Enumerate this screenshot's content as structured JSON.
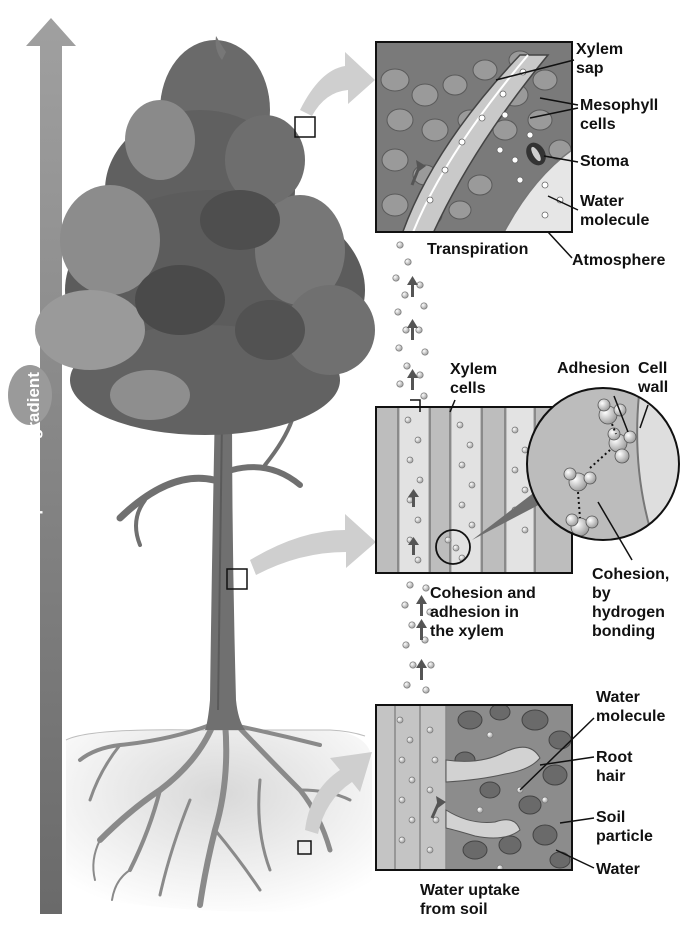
{
  "gradient_label": "Water potential gradient",
  "leaf_panel": {
    "labels": {
      "xylem_sap": "Xylem\nsap",
      "mesophyll": "Mesophyll\ncells",
      "stoma": "Stoma",
      "water_molecule": "Water\nmolecule",
      "atmosphere": "Atmosphere"
    },
    "caption": "Transpiration"
  },
  "stem_panel": {
    "labels": {
      "xylem_cells": "Xylem\ncells",
      "adhesion": "Adhesion",
      "cell_wall": "Cell\nwall",
      "cohesion_bonding": "Cohesion,\nby\nhydrogen\nbonding"
    },
    "caption": "Cohesion and\nadhesion in\nthe xylem"
  },
  "root_panel": {
    "labels": {
      "water_molecule": "Water\nmolecule",
      "root_hair": "Root\nhair",
      "soil_particle": "Soil\nparticle",
      "water": "Water"
    },
    "caption": "Water uptake\nfrom soil"
  },
  "colors": {
    "gradient_arrow": "#8a8a8a",
    "foliage_dark": "#5a5a5a",
    "foliage_light": "#9a9a9a",
    "trunk": "#6e6e6e",
    "panel_bg": "#b9b9b9",
    "callout_arrow": "#c8c8c8"
  }
}
